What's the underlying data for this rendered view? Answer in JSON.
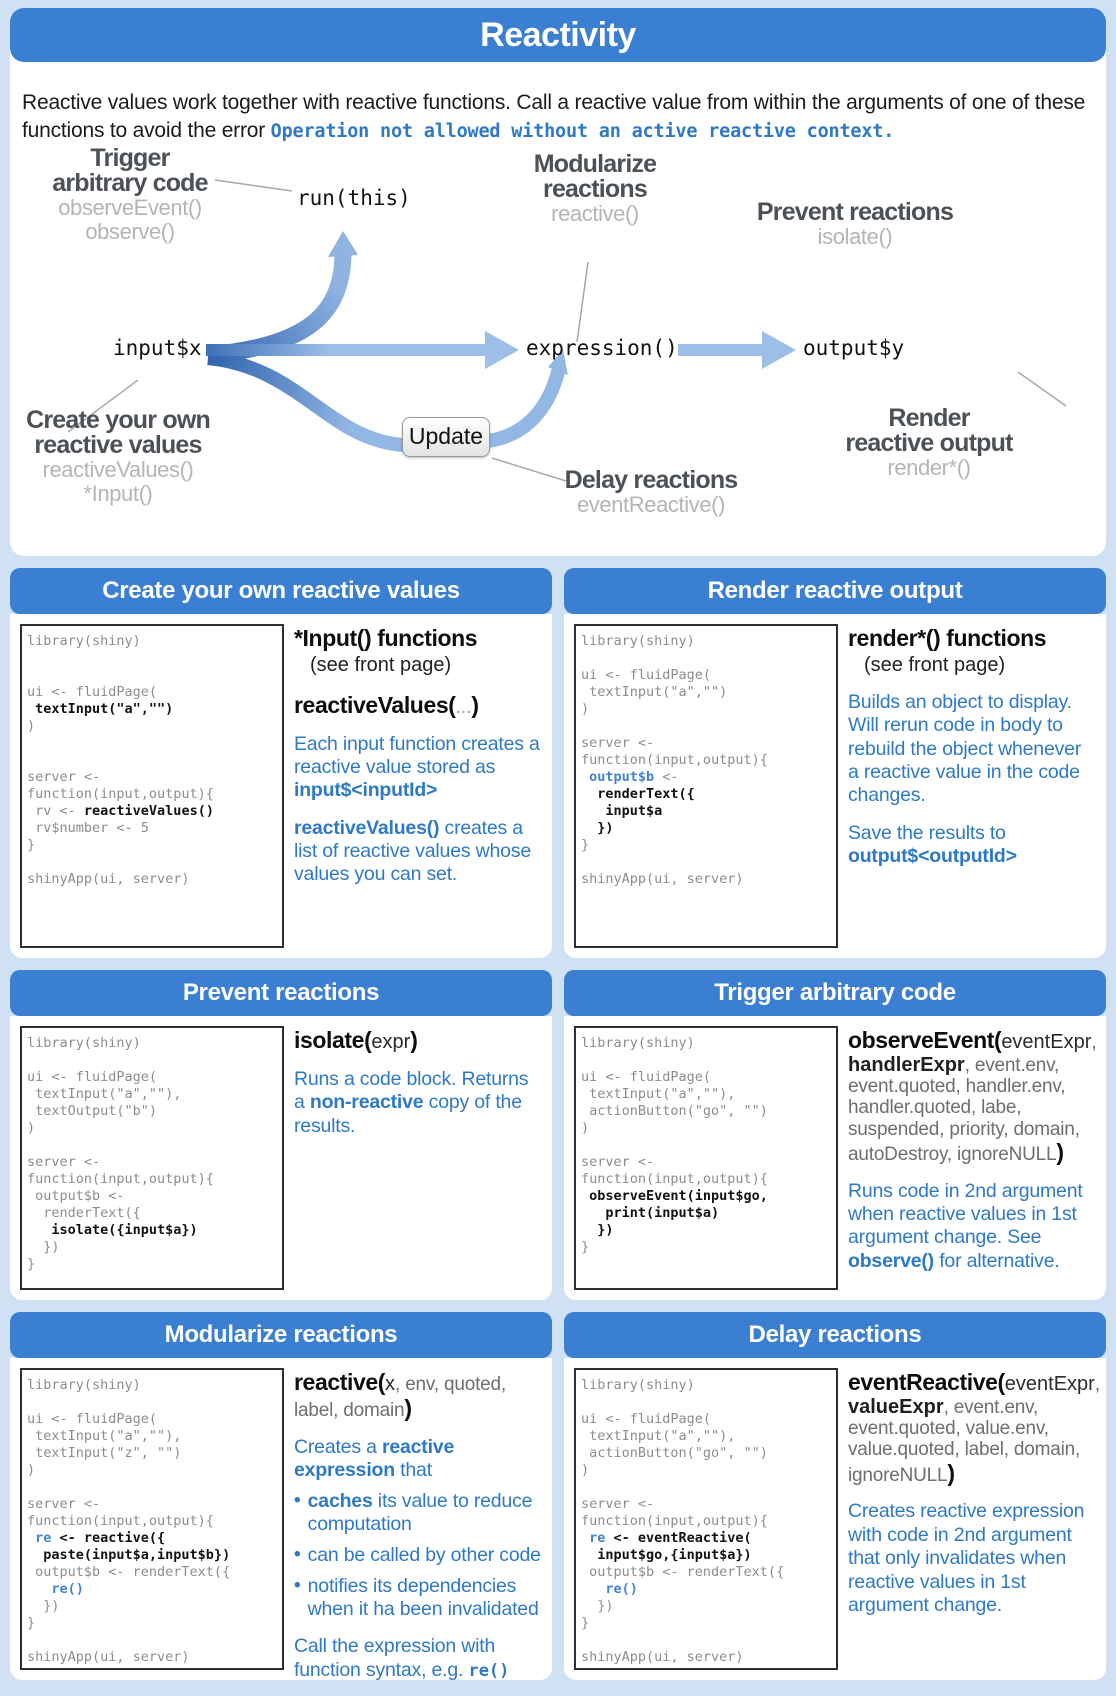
{
  "colors": {
    "page_bg": "#cfe1f2",
    "accent_blue": "#3a7fd2",
    "doc_blue": "#2e79c6",
    "code_gray": "#8a8d90",
    "code_black": "#111111",
    "code_blue": "#3f83d2",
    "label_dark": "#4c5157",
    "label_gray": "#b2b5b8",
    "arrow_light": "#9cbee7",
    "arrow_dark": "#3064ae"
  },
  "header": {
    "title": "Reactivity",
    "intro_plain": "Reactive values work together with reactive functions. Call a reactive value from within the arguments of one of these functions to avoid the error ",
    "intro_code": "Operation not allowed without an active reactive context."
  },
  "diagram": {
    "node_input": "input$x",
    "node_expression": "expression()",
    "node_output": "output$y",
    "node_run": "run(this)",
    "update_label": "Update",
    "trigger_l1": "Trigger",
    "trigger_l2": "arbitrary code",
    "trigger_fn1": "observeEvent()",
    "trigger_fn2": "observe()",
    "modularize_l1": "Modularize",
    "modularize_l2": "reactions",
    "modularize_fn": "reactive()",
    "prevent_l1": "Prevent reactions",
    "prevent_fn": "isolate()",
    "create_l1": "Create your own",
    "create_l2": "reactive values",
    "create_fn1": "reactiveValues()",
    "create_fn2": "*Input()",
    "delay_l1": "Delay reactions",
    "delay_fn": "eventReactive()",
    "render_l1": "Render",
    "render_l2": "reactive output",
    "render_fn": "render*()"
  },
  "panels": [
    {
      "title": "Create your own reactive values",
      "code": [
        [
          [
            "g",
            "library(shiny)"
          ]
        ],
        [],
        [],
        [
          [
            "g",
            "ui <- fluidPage("
          ]
        ],
        [
          [
            "k",
            " textInput(\"a\",\"\")"
          ]
        ],
        [
          [
            "g",
            ")"
          ]
        ],
        [],
        [],
        [
          [
            "g",
            "server <-"
          ]
        ],
        [
          [
            "g",
            "function(input,output){"
          ]
        ],
        [
          [
            "g",
            " rv <- "
          ],
          [
            "k",
            "reactiveValues()"
          ]
        ],
        [
          [
            "g",
            " rv$number <- 5"
          ]
        ],
        [
          [
            "g",
            "}"
          ]
        ],
        [],
        [
          [
            "g",
            "shinyApp(ui, server)"
          ]
        ]
      ],
      "doc": [
        {
          "t": "h",
          "segs": [
            [
              "hb",
              "*Input() functions"
            ]
          ]
        },
        {
          "t": "sub",
          "segs": [
            [
              "sub",
              "(see front page)"
            ]
          ]
        },
        {
          "t": "h2",
          "segs": [
            [
              "hb",
              "reactiveValues("
            ],
            [
              "dots",
              "..."
            ],
            [
              "hb",
              ")"
            ]
          ]
        },
        {
          "t": "p",
          "segs": [
            [
              "p",
              "Each input function creates a reactive value stored as "
            ],
            [
              "b",
              "input$<inputId>"
            ]
          ]
        },
        {
          "t": "p",
          "segs": [
            [
              "b",
              "reactiveValues()"
            ],
            [
              "p",
              " creates a list of reactive values whose values you can set."
            ]
          ]
        }
      ]
    },
    {
      "title": "Render reactive output",
      "code": [
        [
          [
            "g",
            "library(shiny)"
          ]
        ],
        [],
        [
          [
            "g",
            "ui <- fluidPage("
          ]
        ],
        [
          [
            "g",
            " textInput(\"a\",\"\")"
          ]
        ],
        [
          [
            "g",
            ")"
          ]
        ],
        [],
        [
          [
            "g",
            "server <-"
          ]
        ],
        [
          [
            "g",
            "function(input,output){"
          ]
        ],
        [
          [
            "u",
            " output$b"
          ],
          [
            "g",
            " <-"
          ]
        ],
        [
          [
            "k",
            "  renderText({"
          ]
        ],
        [
          [
            "k",
            "   input$a"
          ]
        ],
        [
          [
            "k",
            "  })"
          ]
        ],
        [
          [
            "g",
            "}"
          ]
        ],
        [],
        [
          [
            "g",
            "shinyApp(ui, server)"
          ]
        ]
      ],
      "doc": [
        {
          "t": "h",
          "segs": [
            [
              "hb",
              "render*() functions"
            ]
          ]
        },
        {
          "t": "sub",
          "segs": [
            [
              "sub",
              "(see front page)"
            ]
          ]
        },
        {
          "t": "p",
          "segs": [
            [
              "p",
              "Builds an object to display. Will rerun code in body to rebuild the object whenever a reactive value in the code changes."
            ]
          ]
        },
        {
          "t": "p",
          "segs": [
            [
              "p",
              "Save the results to "
            ],
            [
              "b",
              "output$<outputId>"
            ]
          ]
        }
      ]
    },
    {
      "title": "Prevent reactions",
      "code": [
        [
          [
            "g",
            "library(shiny)"
          ]
        ],
        [],
        [
          [
            "g",
            "ui <- fluidPage("
          ]
        ],
        [
          [
            "g",
            " textInput(\"a\",\"\"),"
          ]
        ],
        [
          [
            "g",
            " textOutput(\"b\")"
          ]
        ],
        [
          [
            "g",
            ")"
          ]
        ],
        [],
        [
          [
            "g",
            "server <-"
          ]
        ],
        [
          [
            "g",
            "function(input,output){"
          ]
        ],
        [
          [
            "g",
            " output$b <-"
          ]
        ],
        [
          [
            "g",
            "  renderText({"
          ]
        ],
        [
          [
            "k",
            "   isolate({input$a})"
          ]
        ],
        [
          [
            "g",
            "  })"
          ]
        ],
        [
          [
            "g",
            "}"
          ]
        ],
        [],
        [
          [
            "g",
            "shinyApp(ui, server)"
          ]
        ]
      ],
      "doc": [
        {
          "t": "h",
          "segs": [
            [
              "hb",
              "isolate("
            ],
            [
              "hx",
              "expr"
            ],
            [
              "hb",
              ")"
            ]
          ]
        },
        {
          "t": "p",
          "segs": [
            [
              "p",
              "Runs a code block. Returns a "
            ],
            [
              "b",
              "non-reactive"
            ],
            [
              "p",
              " copy  of the results."
            ]
          ]
        }
      ]
    },
    {
      "title": "Trigger arbitrary code",
      "code": [
        [
          [
            "g",
            "library(shiny)"
          ]
        ],
        [],
        [
          [
            "g",
            "ui <- fluidPage("
          ]
        ],
        [
          [
            "g",
            " textInput(\"a\",\"\"),"
          ]
        ],
        [
          [
            "g",
            " actionButton(\"go\", \"\")"
          ]
        ],
        [
          [
            "g",
            ")"
          ]
        ],
        [],
        [
          [
            "g",
            "server <-"
          ]
        ],
        [
          [
            "g",
            "function(input,output){"
          ]
        ],
        [
          [
            "k",
            " observeEvent(input$go,"
          ]
        ],
        [
          [
            "k",
            "   print(input$a)"
          ]
        ],
        [
          [
            "k",
            "  })"
          ]
        ],
        [
          [
            "g",
            "}"
          ]
        ],
        [],
        [],
        [
          [
            "g",
            "shinyApp(ui, server)"
          ]
        ]
      ],
      "doc": [
        {
          "t": "h",
          "segs": [
            [
              "hb",
              "observeEvent("
            ],
            [
              "hx",
              "eventExpr"
            ],
            [
              "hg",
              ", "
            ],
            [
              "hbs",
              "handlerExpr"
            ],
            [
              "hg",
              ", event.env, event.quoted, handler.env, handler.quoted, labe, suspended, priority, domain, autoDestroy, ignoreNULL"
            ],
            [
              "hb",
              ")"
            ]
          ]
        },
        {
          "t": "p",
          "segs": [
            [
              "p",
              "Runs code in 2nd argument when reactive values in 1st argument change. See "
            ],
            [
              "b",
              "observe()"
            ],
            [
              "p",
              " for alternative."
            ]
          ]
        }
      ]
    },
    {
      "title": "Modularize reactions",
      "code": [
        [
          [
            "g",
            "library(shiny)"
          ]
        ],
        [],
        [
          [
            "g",
            "ui <- fluidPage("
          ]
        ],
        [
          [
            "g",
            " textInput(\"a\",\"\"),"
          ]
        ],
        [
          [
            "g",
            " textInput(\"z\", \"\")"
          ]
        ],
        [
          [
            "g",
            ")"
          ]
        ],
        [],
        [
          [
            "g",
            "server <-"
          ]
        ],
        [
          [
            "g",
            "function(input,output){"
          ]
        ],
        [
          [
            "u",
            " re"
          ],
          [
            "k",
            " <- reactive({"
          ]
        ],
        [
          [
            "k",
            "  paste(input$a,input$b})"
          ]
        ],
        [
          [
            "g",
            " output$b <- renderText({"
          ]
        ],
        [
          [
            "u",
            "   re()"
          ]
        ],
        [
          [
            "g",
            "  })"
          ]
        ],
        [
          [
            "g",
            "}"
          ]
        ],
        [],
        [
          [
            "g",
            "shinyApp(ui, server)"
          ]
        ]
      ],
      "doc": [
        {
          "t": "h",
          "segs": [
            [
              "hb",
              "reactive("
            ],
            [
              "hx",
              "x"
            ],
            [
              "hg",
              ", env, quoted, label, domain"
            ],
            [
              "hb",
              ")"
            ]
          ]
        },
        {
          "t": "p",
          "segs": [
            [
              "p",
              "Creates a "
            ],
            [
              "b",
              "reactive expression"
            ],
            [
              "p",
              " that"
            ]
          ]
        },
        {
          "t": "li",
          "segs": [
            [
              "b",
              "caches"
            ],
            [
              "p",
              " its value to reduce computation"
            ]
          ]
        },
        {
          "t": "li",
          "segs": [
            [
              "p",
              "can be called by other code"
            ]
          ]
        },
        {
          "t": "li",
          "segs": [
            [
              "p",
              "notifies its dependencies when it ha been invalidated"
            ]
          ]
        },
        {
          "t": "p",
          "segs": [
            [
              "p",
              "Call the expression with function syntax, e.g. "
            ],
            [
              "m",
              "re()"
            ]
          ]
        }
      ]
    },
    {
      "title": "Delay reactions",
      "code": [
        [
          [
            "g",
            "library(shiny)"
          ]
        ],
        [],
        [
          [
            "g",
            "ui <- fluidPage("
          ]
        ],
        [
          [
            "g",
            " textInput(\"a\",\"\"),"
          ]
        ],
        [
          [
            "g",
            " actionButton(\"go\", \"\")"
          ]
        ],
        [
          [
            "g",
            ")"
          ]
        ],
        [],
        [
          [
            "g",
            "server <-"
          ]
        ],
        [
          [
            "g",
            "function(input,output){"
          ]
        ],
        [
          [
            "u",
            " re"
          ],
          [
            "k",
            " <- eventReactive("
          ]
        ],
        [
          [
            "k",
            "  input$go,{input$a})"
          ]
        ],
        [
          [
            "g",
            " output$b <- renderText({"
          ]
        ],
        [
          [
            "u",
            "   re()"
          ]
        ],
        [
          [
            "g",
            "  })"
          ]
        ],
        [
          [
            "g",
            "}"
          ]
        ],
        [],
        [
          [
            "g",
            "shinyApp(ui, server)"
          ]
        ]
      ],
      "doc": [
        {
          "t": "h",
          "segs": [
            [
              "hb",
              "eventReactive("
            ],
            [
              "hx",
              "eventExpr"
            ],
            [
              "hg",
              ", "
            ],
            [
              "hbs",
              "valueExpr"
            ],
            [
              "hg",
              ", event.env, event.quoted, value.env, value.quoted, label, domain, ignoreNULL"
            ],
            [
              "hb",
              ")"
            ]
          ]
        },
        {
          "t": "p",
          "segs": [
            [
              "p",
              "Creates reactive expression with code in 2nd argument that only invalidates when reactive values in 1st argument change."
            ]
          ]
        }
      ]
    }
  ]
}
